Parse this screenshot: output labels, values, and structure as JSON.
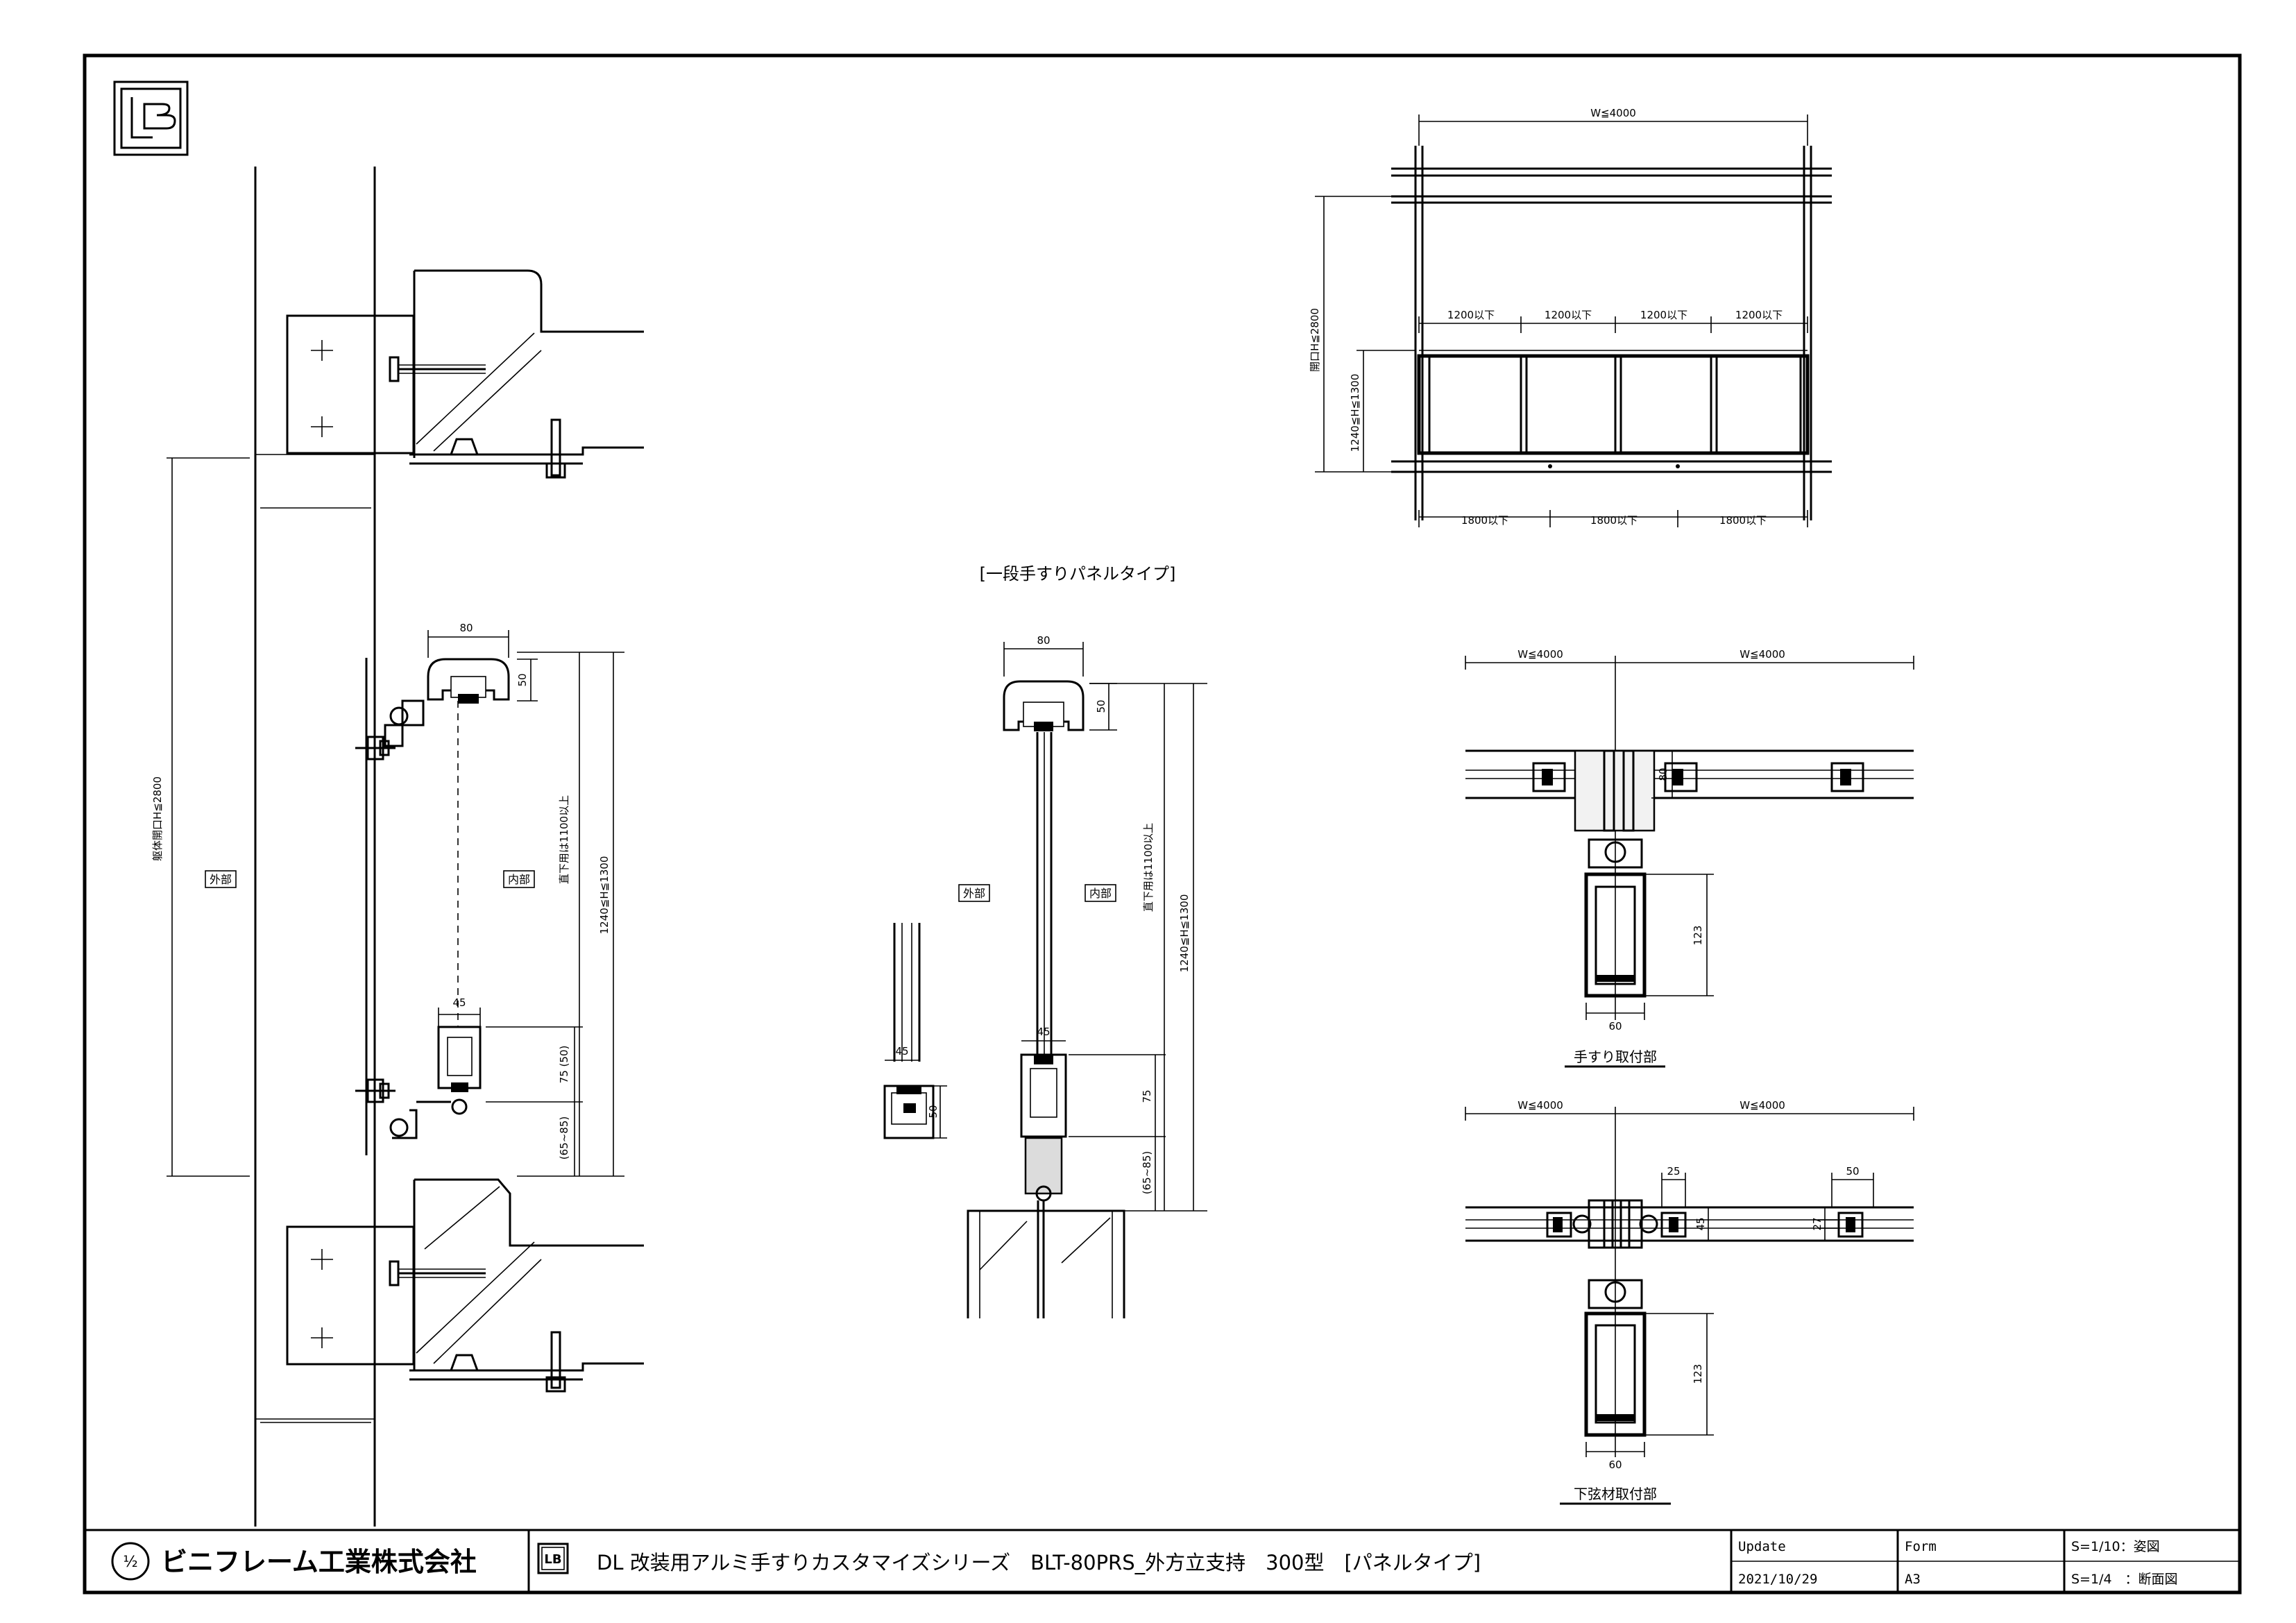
{
  "drawing": {
    "section_title": "[一段手すりパネルタイプ]",
    "labels": {
      "outside": "外部",
      "inside": "内部",
      "handrail_mount": "手すり取付部",
      "lower_chord_mount": "下弦材取付部"
    },
    "dims": {
      "w4000": "W≦4000",
      "d1200": "1200以下",
      "d1800": "1800以下",
      "opening_h": "開口H≦2800",
      "h_range": "1240≦H≦1300",
      "frame_opening": "躯体開口H≦2800",
      "fall_prevention": "直下用は1100以上",
      "d80": "80",
      "d50": "50",
      "d45": "45",
      "d75_50": "75 (50)",
      "d75": "75",
      "d65_85": "(65~85)",
      "d123": "123",
      "d60": "60",
      "d25": "25",
      "d27": "27"
    }
  },
  "title_block": {
    "company": "ビニフレーム工業株式会社",
    "logo_letters": "LB",
    "title": "DL 改装用アルミ手すりカスタマイズシリーズ　BLT-80PRS_外方立支持　300型　[パネルタイプ]",
    "update_label": "Update",
    "update_value": "2021/10/29",
    "form_label": "Form",
    "form_value": "A3",
    "scale_1": "S=1/10：姿図",
    "scale_2": "S=1/4　：断面図"
  }
}
